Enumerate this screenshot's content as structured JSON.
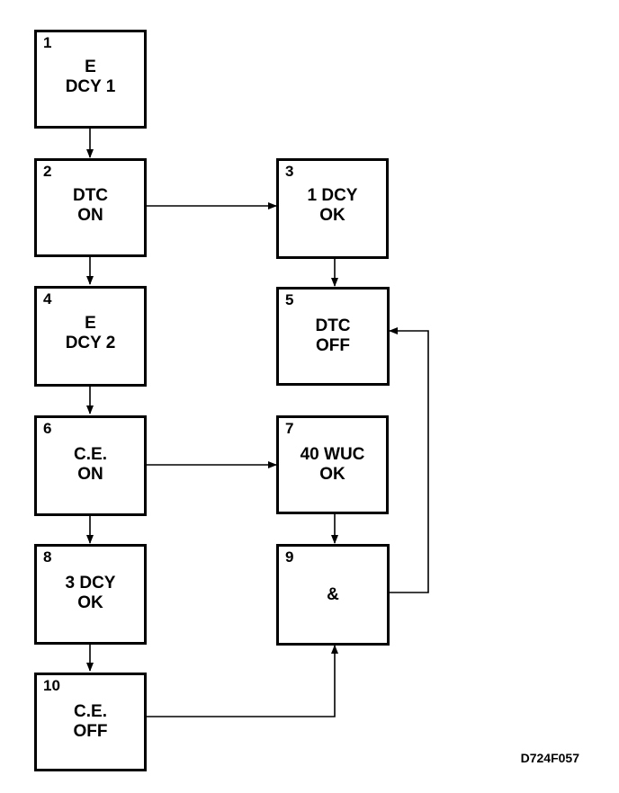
{
  "boxes": [
    {
      "id": "1",
      "lines": [
        "E",
        "DCY 1"
      ]
    },
    {
      "id": "2",
      "lines": [
        "DTC",
        "ON"
      ]
    },
    {
      "id": "3",
      "lines": [
        "1 DCY",
        "OK"
      ]
    },
    {
      "id": "4",
      "lines": [
        "E",
        "DCY 2"
      ]
    },
    {
      "id": "5",
      "lines": [
        "DTC",
        "OFF"
      ]
    },
    {
      "id": "6",
      "lines": [
        "C.E.",
        "ON"
      ]
    },
    {
      "id": "7",
      "lines": [
        "40 WUC",
        "OK"
      ]
    },
    {
      "id": "8",
      "lines": [
        "3 DCY",
        "OK"
      ]
    },
    {
      "id": "9",
      "lines": [
        "&"
      ]
    },
    {
      "id": "10",
      "lines": [
        "C.E.",
        "OFF"
      ]
    }
  ],
  "figure_id": "D724F057"
}
